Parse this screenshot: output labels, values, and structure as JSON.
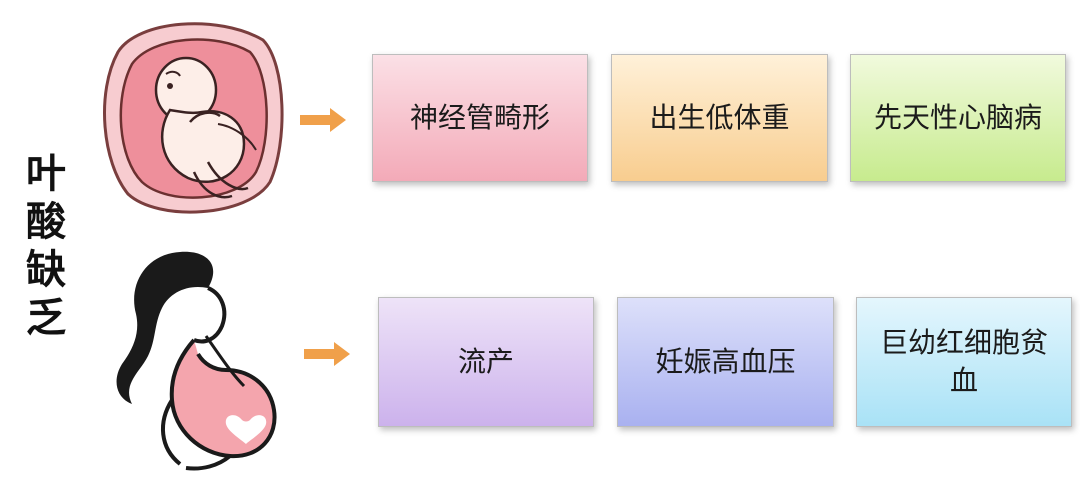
{
  "title": "叶酸缺乏",
  "icons": {
    "fetus": "fetus-in-womb-icon",
    "mother": "pregnant-woman-icon",
    "arrow": "right-arrow-icon"
  },
  "colors": {
    "arrow": "#f0a04a",
    "womb": "#f6c3c8",
    "belly": "#f4a5ad"
  },
  "row_fetus": {
    "items": [
      "神经管畸形",
      "出生低体重",
      "先天性心脑病"
    ]
  },
  "row_mother": {
    "items": [
      "流产",
      "妊娠高血压",
      "巨幼红细胞贫血"
    ]
  }
}
